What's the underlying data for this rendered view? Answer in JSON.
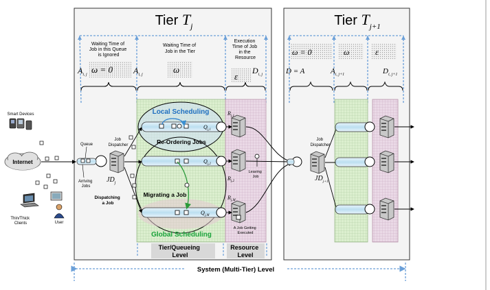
{
  "tier_j": {
    "title": "Tier",
    "title_symbol": "T",
    "title_sub": "j",
    "col1_text": [
      "Waiting Time of",
      "Job in this Queue",
      "is Ignored"
    ],
    "col2_text": [
      "Waiting Time of",
      "Job in the Tier"
    ],
    "col3_text": [
      "Execution",
      "Time of Job",
      "in the",
      "Resource"
    ],
    "formula1": "ω = 0",
    "formula2": "ω",
    "formula3": "ε",
    "a_ij": "A",
    "a_ij_sub": "i, j",
    "d_ij": "D",
    "d_ij_sub": "i, j",
    "local_scheduling": "Local Scheduling",
    "reordering": "Re-Ordering Jobs",
    "migrating": "Migrating a Job",
    "global_scheduling": "Global Scheduling",
    "dispatching": [
      "Dispatching",
      "a Job"
    ],
    "leaving_job": [
      "Leaving",
      "Job"
    ],
    "job_executed": [
      "A Job Getting",
      "Executed"
    ],
    "queue_labels": [
      "Q",
      "Q",
      "Q"
    ],
    "queue_subs": [
      "j,1",
      "j,2",
      "j,M"
    ],
    "resource_labels": [
      "R",
      "R",
      "R"
    ],
    "resource_subs": [
      "j,1",
      "j,2",
      "j,M"
    ],
    "jd_label": "JD",
    "jd_sub": "j",
    "job_dispatcher": [
      "Job",
      "Dispatcher"
    ],
    "queue_word": "Queue",
    "arriving_jobs": [
      "Arriving",
      "Jobs"
    ],
    "tier_queueing_level": [
      "Tier/Queueing",
      "Level"
    ],
    "resource_level": [
      "Resource",
      "Level"
    ]
  },
  "tier_j1": {
    "title": "Tier",
    "title_symbol": "T",
    "title_sub": "j+1",
    "formula1": "ω = 0",
    "formula2": "ω",
    "formula3": "ε",
    "d_eq": "D = A",
    "a_ij1": "A",
    "a_ij1_sub": "i, j+1",
    "d_ij1": "D",
    "d_ij1_sub": "i, j+1",
    "jd_label": "JD",
    "jd_sub": "j+1",
    "job_dispatcher": [
      "Job",
      "Dispatcher"
    ]
  },
  "clients": {
    "smart_devices": "Smart Devices",
    "internet": "Internet",
    "thin_thick_clients": [
      "Thin/Thick",
      "Clients"
    ],
    "user": "User"
  },
  "system_level": "System (Multi-Tier) Level"
}
